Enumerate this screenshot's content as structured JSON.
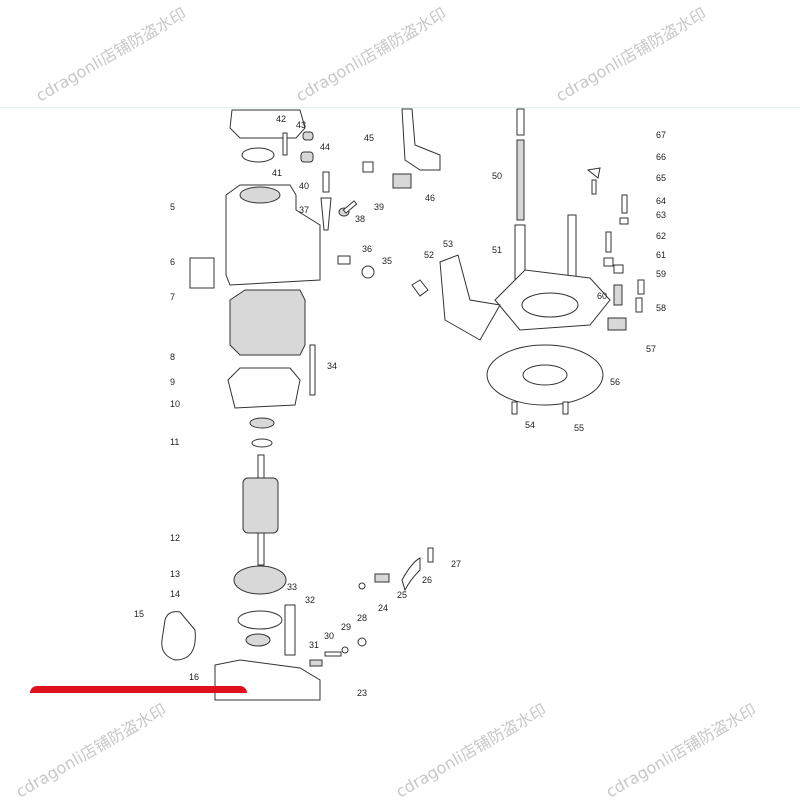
{
  "diagram": {
    "part_labels": [
      "42",
      "43",
      "44",
      "41",
      "5",
      "6",
      "7",
      "8",
      "9",
      "10",
      "11",
      "12",
      "13",
      "14",
      "15",
      "16",
      "40",
      "37",
      "38",
      "39",
      "45",
      "46",
      "36",
      "35",
      "34",
      "52",
      "53",
      "50",
      "51",
      "67",
      "66",
      "65",
      "64",
      "63",
      "62",
      "61",
      "59",
      "60",
      "58",
      "57",
      "56",
      "54",
      "55",
      "27",
      "26",
      "25",
      "24",
      "33",
      "32",
      "28",
      "29",
      "30",
      "31",
      "23"
    ],
    "watermark": "cdragonli店铺防盗水印",
    "colors": {
      "line": "#333333",
      "watermark": "#9a9a9a",
      "banner": "#e0101c"
    }
  }
}
